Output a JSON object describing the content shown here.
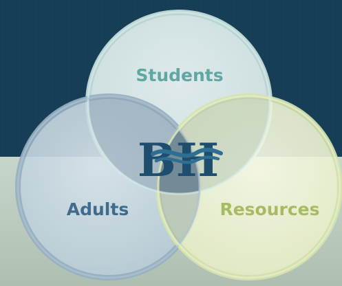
{
  "diagram": {
    "circles": [
      {
        "label": "Students",
        "color": "#5fa7a4",
        "fill": "#e4f1ef",
        "stroke": "#b8d8d6"
      },
      {
        "label": "Adults",
        "color": "#3f6b8d",
        "fill": "#c7d6e0",
        "stroke": "#8aa6ba"
      },
      {
        "label": "Resources",
        "color": "#a7bc62",
        "fill": "#eef3d6",
        "stroke": "#cddc9e"
      }
    ],
    "center_overlap_color": "#5f7c8e",
    "logo": {
      "text": "BH",
      "color": "#1f4d6d",
      "wave_color": "#2c6f93"
    }
  },
  "background": {
    "top_color": "#163a52",
    "bottom_color": "#d0ddd3"
  }
}
